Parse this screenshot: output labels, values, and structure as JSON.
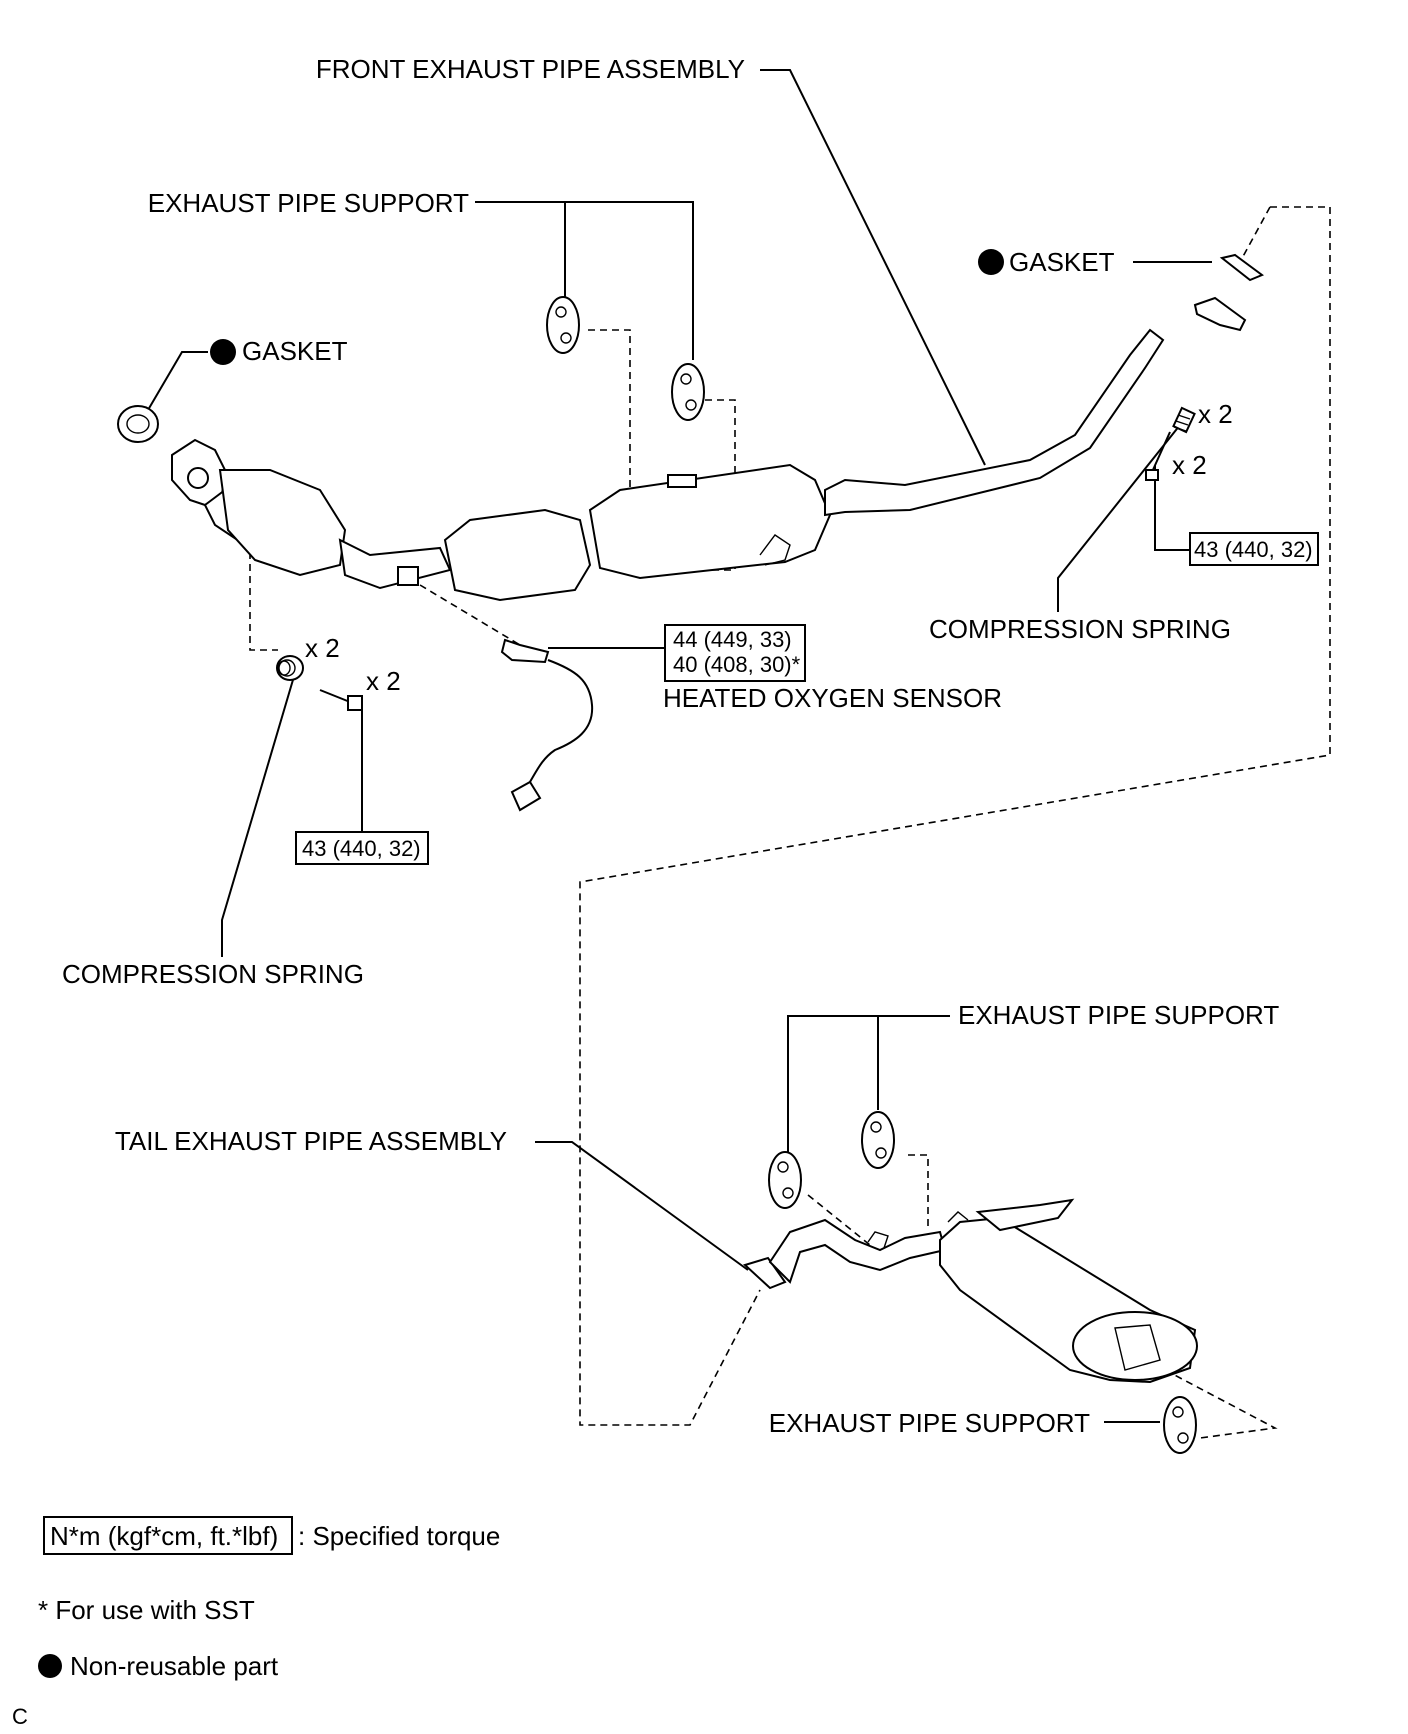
{
  "labels": {
    "front_exhaust_pipe_assembly": "FRONT EXHAUST PIPE ASSEMBLY",
    "exhaust_pipe_support_top": "EXHAUST PIPE SUPPORT",
    "gasket_right": "GASKET",
    "gasket_left": "GASKET",
    "qty_spring_right": "x 2",
    "qty_bolt_right": "x 2",
    "compression_spring_right": "COMPRESSION SPRING",
    "qty_spring_left": "x 2",
    "qty_bolt_left": "x 2",
    "heated_oxygen_sensor": "HEATED OXYGEN SENSOR",
    "compression_spring_left": "COMPRESSION SPRING",
    "exhaust_pipe_support_lower": "EXHAUST PIPE SUPPORT",
    "tail_exhaust_pipe_assembly": "TAIL EXHAUST PIPE ASSEMBLY",
    "exhaust_pipe_support_bottom": "EXHAUST PIPE SUPPORT"
  },
  "torque": {
    "right": "43 (440, 32)",
    "oxygen_sensor_1": "44 (449, 33)",
    "oxygen_sensor_2": "40 (408, 30)*",
    "left": "43 (440, 32)"
  },
  "legend": {
    "torque_unit": "N*m (kgf*cm, ft.*lbf)",
    "torque_text": ": Specified torque",
    "sst_note": "* For use with SST",
    "non_reusable": "Non-reusable part"
  },
  "figure_code": "C",
  "colors": {
    "ink": "#000000",
    "paper": "#ffffff"
  }
}
